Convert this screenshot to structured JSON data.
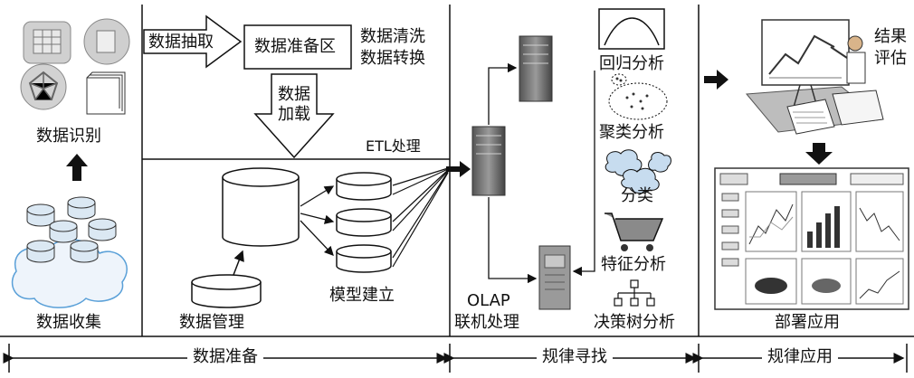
{
  "collection": {
    "identify_label": "数据识别",
    "collect_label": "数据收集"
  },
  "etl": {
    "extract_label": "数据抽取",
    "staging_label": "数据准备区",
    "clean_label": "数据清洗",
    "transform_label": "数据转换",
    "load_label_1": "数据",
    "load_label_2": "加载",
    "etl_label": "ETL处理"
  },
  "storage": {
    "manage_label": "数据管理",
    "model_label": "模型建立"
  },
  "olap": {
    "line1": "OLAP",
    "line2": "联机处理"
  },
  "analysis": {
    "regression": "回归分析",
    "clustering": "聚类分析",
    "classification": "分类",
    "feature": "特征分析",
    "decision_tree": "决策树分析"
  },
  "deploy": {
    "eval_1": "结果",
    "eval_2": "评估",
    "deploy_label": "部署应用"
  },
  "phases": {
    "prepare": "数据准备",
    "discover": "规律寻找",
    "apply": "规律应用"
  },
  "colors": {
    "icon_fill": "#d4d4d4",
    "server_fill": "#7a7a7a",
    "cylinder_fill": "#e4ecf3",
    "stroke": "#111111"
  }
}
